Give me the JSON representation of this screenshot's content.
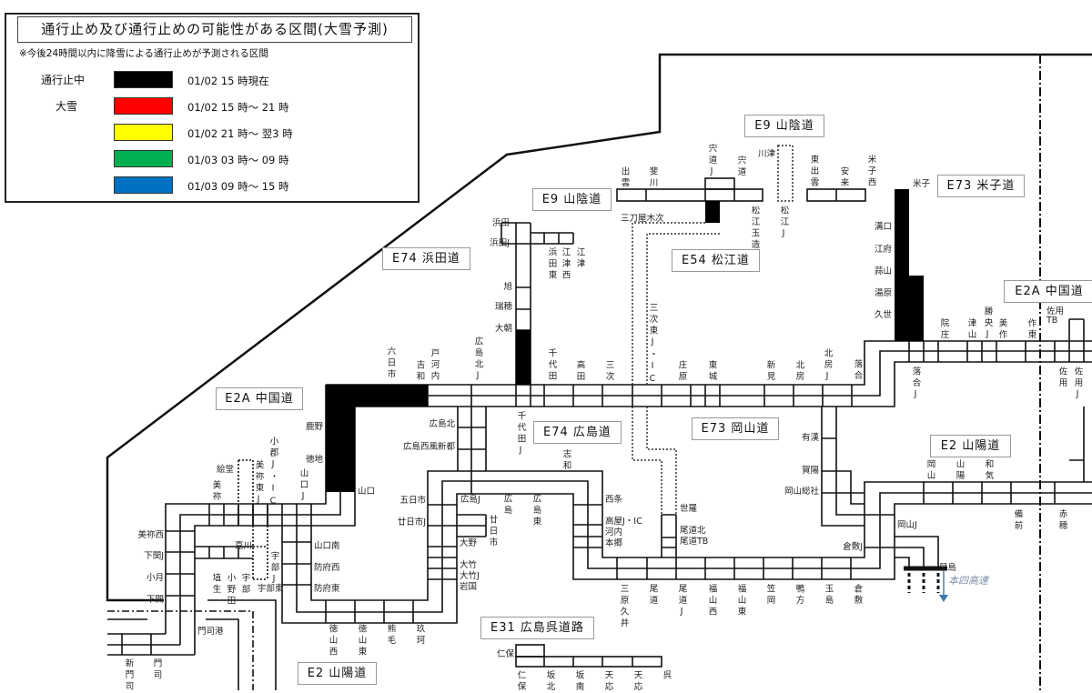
{
  "legend": {
    "title": "通行止め及び通行止めの可能性がある区間(大雪予測)",
    "note": "※今後24時間以内に降雪による通行止めが予測される区間",
    "closed_label": "通行止中",
    "snow_label": "大雪",
    "rows": [
      {
        "period": "01/02 15 時現在",
        "color": "#000000"
      },
      {
        "period": "01/02 15 時～ 21 時",
        "color": "#ff0000"
      },
      {
        "period": "01/02 21 時～ 翌3 時",
        "color": "#ffff00"
      },
      {
        "period": "01/03 03 時～ 09 時",
        "color": "#00b050"
      },
      {
        "period": "01/03 09 時～ 15 時",
        "color": "#0070c0"
      }
    ]
  },
  "roads": [
    "E9 山陰道",
    "E9 山陰道",
    "E74 浜田道",
    "E54 松江道",
    "E73 米子道",
    "E2A 中国道",
    "E2A 中国道",
    "E74 広島道",
    "E73 岡山道",
    "E2 山陽道",
    "E31 広島呉道路",
    "E2 山陽道"
  ],
  "ic": [
    "六日市",
    "吉和",
    "戸河内",
    "広島北J",
    "千代田",
    "高田",
    "三次",
    "三次東J・IC",
    "庄原",
    "東城",
    "新見",
    "北房",
    "北房J",
    "落合",
    "院庄",
    "津山",
    "勝央J",
    "美作",
    "作東",
    "佐用TB",
    "落合J",
    "佐用",
    "佐用J",
    "浜田",
    "浜田J",
    "旭",
    "瑞穂",
    "大朝",
    "浜田東",
    "江津西",
    "江津",
    "出雲",
    "斐川",
    "宍道J",
    "宍道",
    "川津",
    "松江玉造",
    "松江J",
    "東出雲",
    "安来",
    "米子西",
    "三刀屋木次",
    "米子",
    "溝口",
    "江府",
    "蒜山",
    "湯原",
    "久世",
    "広島北",
    "広島西風新都",
    "千代田J",
    "志和",
    "五日市",
    "廿日市J",
    "広島J",
    "広島",
    "広島東",
    "廿日市",
    "大野",
    "大竹",
    "大竹J",
    "岩国",
    "西条",
    "高屋J・IC",
    "河内",
    "本郷",
    "世羅",
    "尾道北",
    "尾道TB",
    "三原久井",
    "尾道",
    "尾道J",
    "福山西",
    "福山東",
    "笠岡",
    "鴨方",
    "玉島",
    "倉敷",
    "有漢",
    "賀陽",
    "岡山総社",
    "倉敷J",
    "岡山J",
    "早島",
    "岡山",
    "山陽",
    "和気",
    "備前",
    "赤穂",
    "仁保",
    "仁保",
    "坂北",
    "坂南",
    "天応",
    "天応",
    "呉",
    "鹿野",
    "徳地",
    "山口",
    "山口J",
    "小郡J・IC",
    "美祢東J",
    "絵堂",
    "美祢",
    "美祢西",
    "下関J",
    "小月",
    "下関",
    "嘉川",
    "宇部J",
    "埴生",
    "小野田",
    "宇部",
    "宇部東",
    "山口南",
    "防府西",
    "防府東",
    "徳山西",
    "徳山東",
    "熊毛",
    "玖珂",
    "門司港",
    "新門司",
    "門司",
    "本四高速"
  ]
}
